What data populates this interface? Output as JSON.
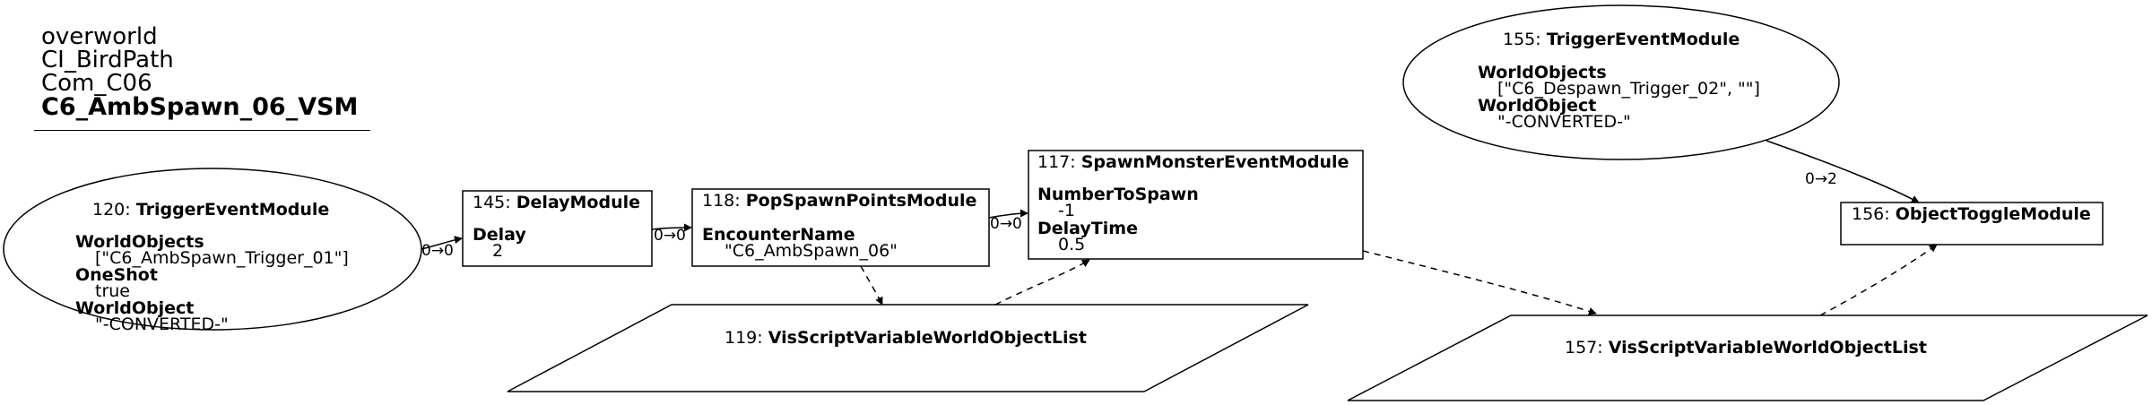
{
  "header": {
    "lines": [
      "overworld",
      "CI_BirdPath",
      "Com_C06"
    ],
    "graph_name": "C6_AmbSpawn_06_VSM"
  },
  "nodes": {
    "n120": {
      "id_label": "120: ",
      "type": "TriggerEventModule",
      "props": [
        {
          "name": "WorldObjects",
          "value": "[\"C6_AmbSpawn_Trigger_01\"]"
        },
        {
          "name": "OneShot",
          "value": "true"
        },
        {
          "name": "WorldObject",
          "value": "\"-CONVERTED-\""
        }
      ]
    },
    "n145": {
      "id_label": "145: ",
      "type": "DelayModule",
      "props": [
        {
          "name": "Delay",
          "value": "2"
        }
      ]
    },
    "n118": {
      "id_label": "118: ",
      "type": "PopSpawnPointsModule",
      "props": [
        {
          "name": "EncounterName",
          "value": "\"C6_AmbSpawn_06\""
        }
      ]
    },
    "n117": {
      "id_label": "117: ",
      "type": "SpawnMonsterEventModule",
      "props": [
        {
          "name": "NumberToSpawn",
          "value": "-1"
        },
        {
          "name": "DelayTime",
          "value": "0.5"
        }
      ]
    },
    "n155": {
      "id_label": "155: ",
      "type": "TriggerEventModule",
      "props": [
        {
          "name": "WorldObjects",
          "value": "[\"C6_Despawn_Trigger_02\", \"\"]"
        },
        {
          "name": "WorldObject",
          "value": "\"-CONVERTED-\""
        }
      ]
    },
    "n156": {
      "id_label": "156: ",
      "type": "ObjectToggleModule",
      "props": []
    },
    "n119": {
      "id_label": "119: ",
      "type": "VisScriptVariableWorldObjectList",
      "props": []
    },
    "n157": {
      "id_label": "157: ",
      "type": "VisScriptVariableWorldObjectList",
      "props": []
    }
  },
  "edges": {
    "e120_145": "0→0",
    "e145_118": "0→0",
    "e118_117": "0→0",
    "e155_156": "0→2"
  },
  "colors": {
    "stroke": "#000000",
    "fill": "#ffffff"
  }
}
